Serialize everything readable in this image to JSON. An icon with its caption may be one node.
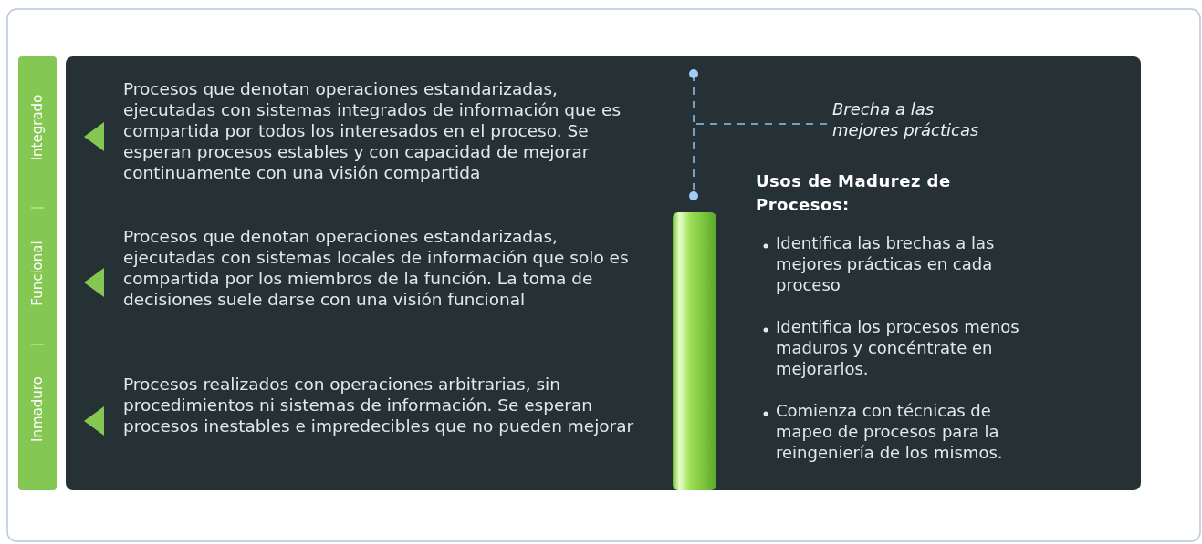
{
  "diagram": {
    "nodes": [
      {
        "text": [
          "Brecha a las mejores prácticas"
        ]
      },
      {
        "text": [],
        "shape": "line"
      }
    ],
    "edges": [
      {
        "from": 0,
        "to": 1,
        "arrow": "none",
        "style": "dashed"
      }
    ],
    "labels": [
      "Integrado",
      "Funcional",
      "Inmaduro",
      "Procesos que denotan operaciones estandarizadas, ejecutadas con sistemas integrados de información que es compartida por todos los interesados en el proceso. Se esperan procesos estables y con capacidad de mejorar continuamente con una visión compartida",
      "Procesos que denotan operaciones estandarizadas, ejecutadas con sistemas locales de información que solo es compartida por los miembros de la función. La toma de decisiones suele darse con una visión funcional",
      "Procesos realizados con operaciones arbitrarias, sin procedimientos ni sistemas de información. Se esperan procesos inestables e impredecibles que no pueden mejorar",
      "Usos de Madurez de Procesos:",
      "Identifica las brechas a las mejores prácticas en cada proceso",
      "Identifica los procesos menos maduros y concéntrate en mejorarlos.",
      "Comienza con técnicas de mapeo de procesos para la reingeniería de los mismos."
    ]
  }
}
